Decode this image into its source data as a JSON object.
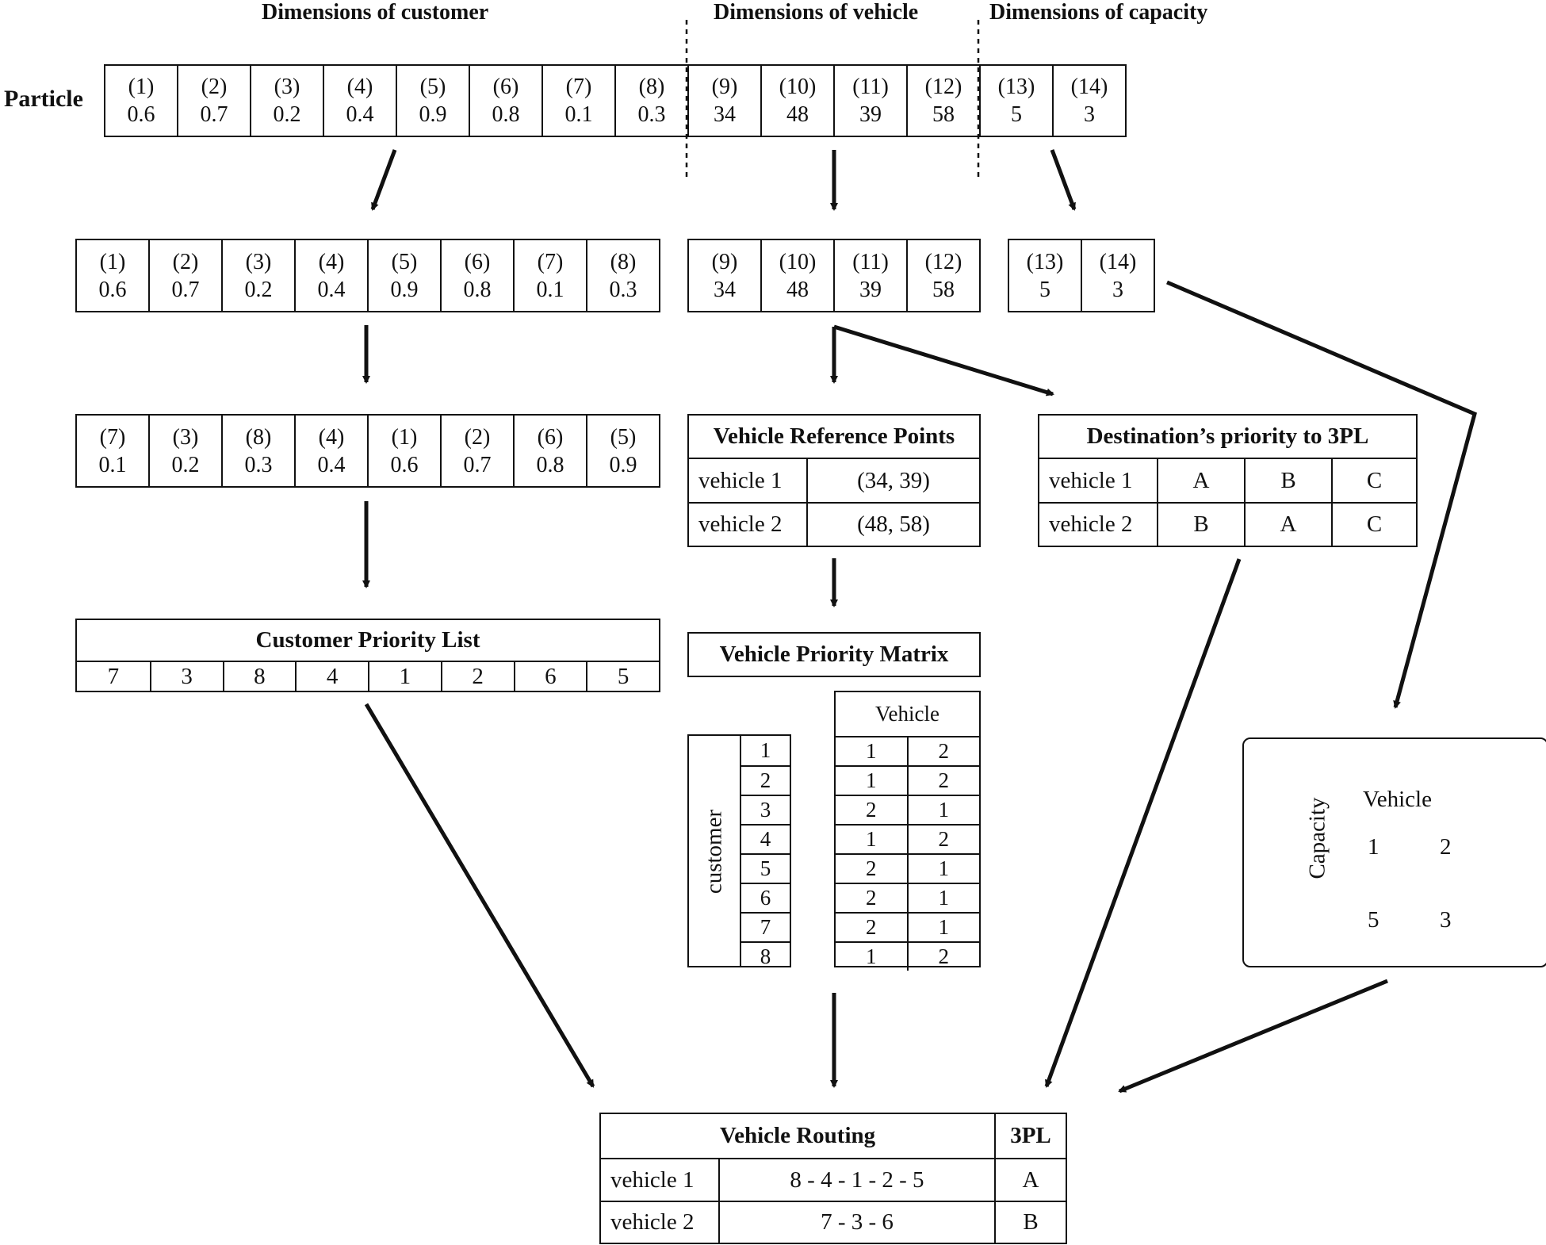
{
  "headers": {
    "customer": "Dimensions of customer",
    "vehicle": "Dimensions of vehicle",
    "capacity": "Dimensions of capacity"
  },
  "particle_label": "Particle",
  "particle": [
    {
      "idx": "(1)",
      "val": "0.6"
    },
    {
      "idx": "(2)",
      "val": "0.7"
    },
    {
      "idx": "(3)",
      "val": "0.2"
    },
    {
      "idx": "(4)",
      "val": "0.4"
    },
    {
      "idx": "(5)",
      "val": "0.9"
    },
    {
      "idx": "(6)",
      "val": "0.8"
    },
    {
      "idx": "(7)",
      "val": "0.1"
    },
    {
      "idx": "(8)",
      "val": "0.3"
    },
    {
      "idx": "(9)",
      "val": "34"
    },
    {
      "idx": "(10)",
      "val": "48"
    },
    {
      "idx": "(11)",
      "val": "39"
    },
    {
      "idx": "(12)",
      "val": "58"
    },
    {
      "idx": "(13)",
      "val": "5"
    },
    {
      "idx": "(14)",
      "val": "3"
    }
  ],
  "customer_dims": [
    {
      "idx": "(1)",
      "val": "0.6"
    },
    {
      "idx": "(2)",
      "val": "0.7"
    },
    {
      "idx": "(3)",
      "val": "0.2"
    },
    {
      "idx": "(4)",
      "val": "0.4"
    },
    {
      "idx": "(5)",
      "val": "0.9"
    },
    {
      "idx": "(6)",
      "val": "0.8"
    },
    {
      "idx": "(7)",
      "val": "0.1"
    },
    {
      "idx": "(8)",
      "val": "0.3"
    }
  ],
  "vehicle_dims": [
    {
      "idx": "(9)",
      "val": "34"
    },
    {
      "idx": "(10)",
      "val": "48"
    },
    {
      "idx": "(11)",
      "val": "39"
    },
    {
      "idx": "(12)",
      "val": "58"
    }
  ],
  "capacity_dims": [
    {
      "idx": "(13)",
      "val": "5"
    },
    {
      "idx": "(14)",
      "val": "3"
    }
  ],
  "sorted_customers": [
    {
      "idx": "(7)",
      "val": "0.1"
    },
    {
      "idx": "(3)",
      "val": "0.2"
    },
    {
      "idx": "(8)",
      "val": "0.3"
    },
    {
      "idx": "(4)",
      "val": "0.4"
    },
    {
      "idx": "(1)",
      "val": "0.6"
    },
    {
      "idx": "(2)",
      "val": "0.7"
    },
    {
      "idx": "(6)",
      "val": "0.8"
    },
    {
      "idx": "(5)",
      "val": "0.9"
    }
  ],
  "customer_priority_list": {
    "title": "Customer Priority List",
    "values": [
      "7",
      "3",
      "8",
      "4",
      "1",
      "2",
      "6",
      "5"
    ]
  },
  "vehicle_reference_points": {
    "title": "Vehicle Reference Points",
    "rows": [
      {
        "vehicle": "vehicle 1",
        "point": "(34, 39)"
      },
      {
        "vehicle": "vehicle 2",
        "point": "(48, 58)"
      }
    ]
  },
  "destination_priority": {
    "title": "Destination’s priority to 3PL",
    "rows": [
      {
        "vehicle": "vehicle 1",
        "p": [
          "A",
          "B",
          "C"
        ]
      },
      {
        "vehicle": "vehicle 2",
        "p": [
          "B",
          "A",
          "C"
        ]
      }
    ]
  },
  "vehicle_priority_matrix": {
    "title": "Vehicle Priority Matrix",
    "customer_label": "customer",
    "vehicle_label": "Vehicle",
    "customers": [
      "1",
      "2",
      "3",
      "4",
      "5",
      "6",
      "7",
      "8"
    ],
    "rows": [
      [
        "1",
        "2"
      ],
      [
        "1",
        "2"
      ],
      [
        "2",
        "1"
      ],
      [
        "1",
        "2"
      ],
      [
        "2",
        "1"
      ],
      [
        "2",
        "1"
      ],
      [
        "2",
        "1"
      ],
      [
        "1",
        "2"
      ]
    ]
  },
  "capacity_box": {
    "vehicle_label": "Vehicle",
    "capacity_label": "Capacity",
    "vehicles": [
      "1",
      "2"
    ],
    "capacities": [
      "5",
      "3"
    ]
  },
  "vehicle_routing": {
    "title": "Vehicle Routing",
    "tpl_title": "3PL",
    "rows": [
      {
        "vehicle": "vehicle 1",
        "route": "8 - 4 - 1 - 2 - 5",
        "tpl": "A"
      },
      {
        "vehicle": "vehicle 2",
        "route": "7 - 3 - 6",
        "tpl": "B"
      }
    ]
  }
}
